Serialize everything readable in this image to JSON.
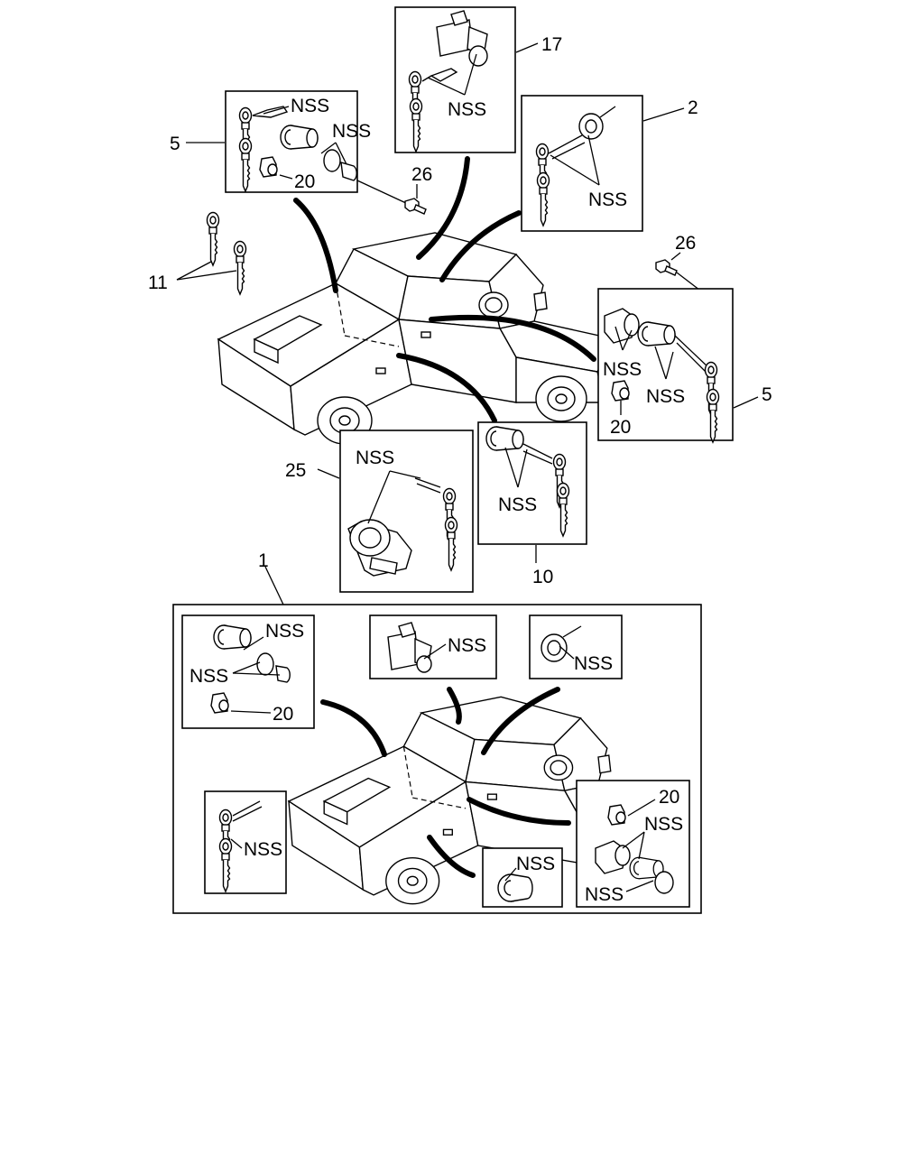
{
  "callouts": {
    "c17": "17",
    "c2": "2",
    "c5_left": "5",
    "c26_top": "26",
    "c11": "11",
    "c26_right": "26",
    "c5_right": "5",
    "c25": "25",
    "c10": "10",
    "c1": "1",
    "c20_tl": "20",
    "c20_right": "20",
    "c20_kit_a": "20",
    "c20_kit_b": "20"
  },
  "labels": {
    "nss": "NSS"
  }
}
